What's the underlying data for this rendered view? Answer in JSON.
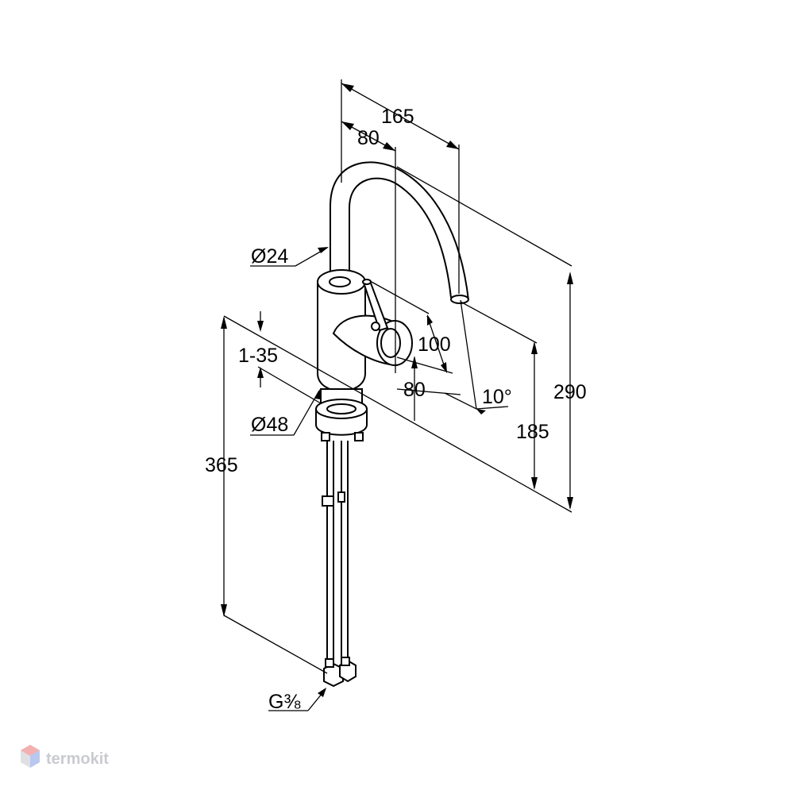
{
  "dimensions": {
    "width_total": "165",
    "width_spout": "80",
    "diameter_spout": "Ø24",
    "lever_height": "100",
    "deck_thickness": "1-35",
    "height_to_lever": "80",
    "diameter_base": "Ø48",
    "angle": "10°",
    "height_outlet": "185",
    "height_total": "290",
    "hose_length": "365",
    "connection": "G⅜"
  },
  "watermark": {
    "brand": "termokit"
  },
  "colors": {
    "line": "#000000",
    "watermark": "#c9cbd0",
    "logo_red": "#e84b4b",
    "logo_blue": "#4b7be8"
  }
}
